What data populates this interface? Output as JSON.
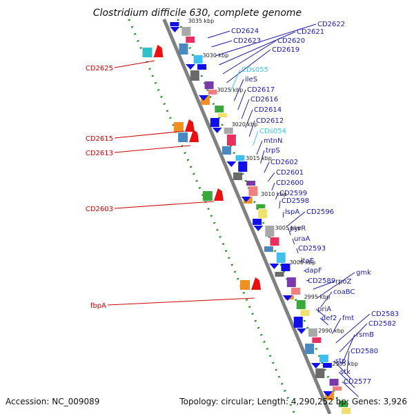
{
  "title": "Clostridium difficile 630, complete genome",
  "footer": {
    "accession": "Accession: NC_009089",
    "topology": "Topology: circular; Length: 4,290,252 bp; Genes: 3,926"
  },
  "colors": {
    "cds_blue": "#1010e6",
    "plus_strand_label": "#cc0000",
    "minus_strand_label": "#1a1ab0",
    "ncrna_label": "#3cc8f0",
    "backbone": "#808080",
    "dotted_track": "#1a8a1a"
  },
  "kbp_ticks": [
    "3035 kbp",
    "3030 kbp",
    "3025 kbp",
    "3020 kbp",
    "3015 kbp",
    "3010 kbp",
    "3005 kbp",
    "3000 kbp",
    "2995 kbp",
    "2990 kbp",
    "2985 kbp"
  ],
  "plus_strand_labels": [
    "CD2625",
    "CD2615",
    "CD2613",
    "CD2603",
    "fbpA"
  ],
  "minus_strand_labels": [
    "CD2624",
    "CD2623",
    "CD2622",
    "CD2621",
    "CD2620",
    "CD2619",
    "CDs055",
    "ileS",
    "CD2617",
    "CD2616",
    "CD2614",
    "CD2612",
    "CDs054",
    "mtnN",
    "trpS",
    "CD2602",
    "CD2601",
    "CD2600",
    "CD2599",
    "CD2598",
    "lspA",
    "CD2596",
    "pyrR",
    "uraA",
    "CD2593",
    "ltaE",
    "dapF",
    "CD2589",
    "rpoZ",
    "gmk",
    "coaBC",
    "priA",
    "def2",
    "fmt",
    "CD2583",
    "CD2582",
    "rsmB",
    "CD2580",
    "stp",
    "stk",
    "CD2577"
  ]
}
